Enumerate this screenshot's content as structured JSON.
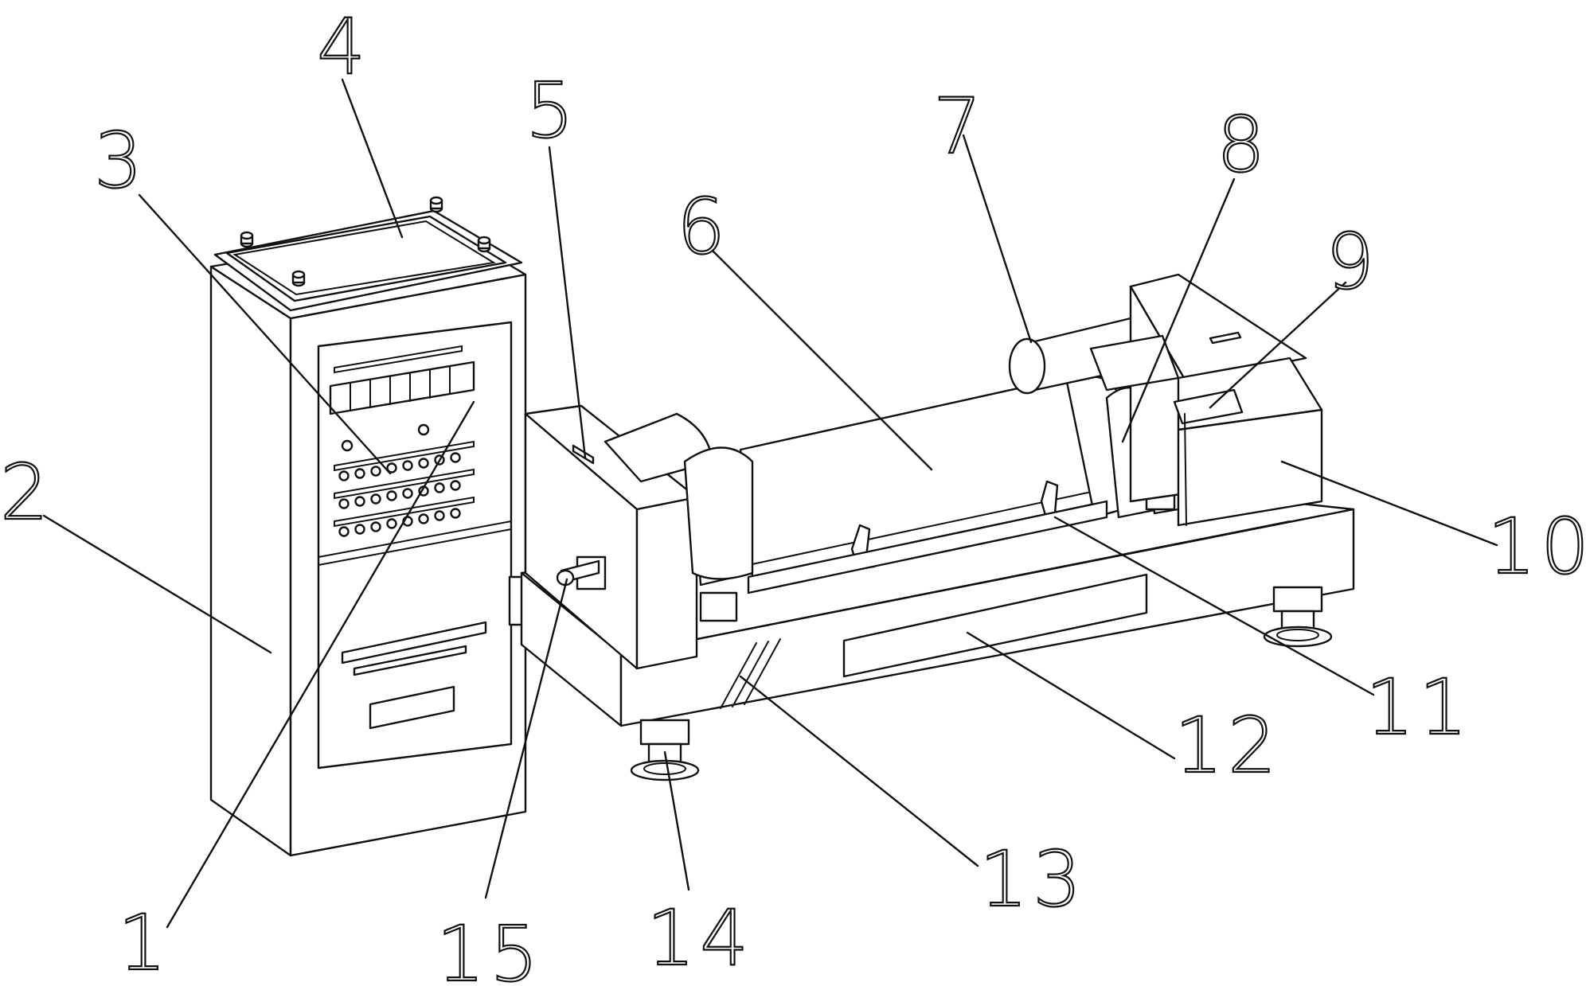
{
  "callouts": [
    {
      "id": "1",
      "label": "1"
    },
    {
      "id": "2",
      "label": "2"
    },
    {
      "id": "3",
      "label": "3"
    },
    {
      "id": "4",
      "label": "4"
    },
    {
      "id": "5",
      "label": "5"
    },
    {
      "id": "6",
      "label": "6"
    },
    {
      "id": "7",
      "label": "7"
    },
    {
      "id": "8",
      "label": "8"
    },
    {
      "id": "9",
      "label": "9"
    },
    {
      "id": "10",
      "label": "10"
    },
    {
      "id": "11",
      "label": "11"
    },
    {
      "id": "12",
      "label": "12"
    },
    {
      "id": "13",
      "label": "13"
    },
    {
      "id": "14",
      "label": "14"
    },
    {
      "id": "15",
      "label": "15"
    }
  ],
  "colors": {
    "line": "#111111",
    "background": "#ffffff"
  }
}
